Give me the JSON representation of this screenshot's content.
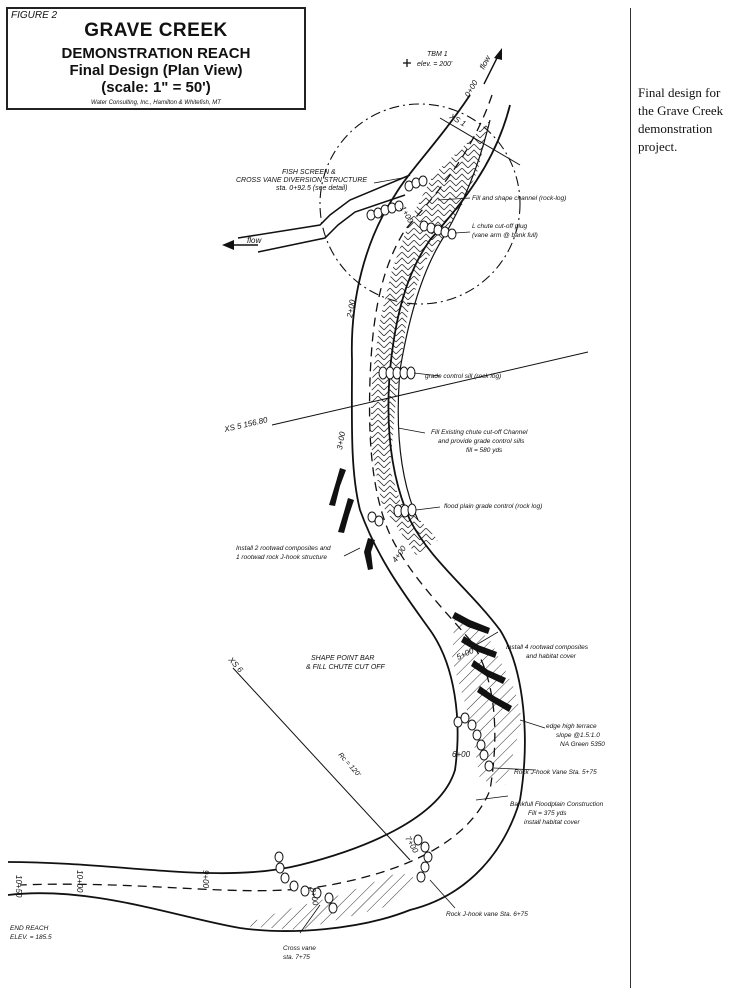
{
  "figure": {
    "label": "FIGURE 2",
    "title_line1": "GRAVE CREEK",
    "title_line2": "DEMONSTRATION REACH",
    "title_line3": "Final Design (Plan View)",
    "scale": "(scale: 1\" = 50')",
    "credit": "Water Consulting, Inc., Hamilton & Whitefish, MT"
  },
  "benchmark": {
    "name": "TBM 1",
    "elevation": "elev. = 200'"
  },
  "flow_in": "flow",
  "flow_out": "flow",
  "stations": [
    "0+00",
    "1+00",
    "2+00",
    "3+00",
    "4+00",
    "5+00",
    "6+00",
    "7+00",
    "8+00",
    "9+00",
    "10+00",
    "10+50"
  ],
  "cross_sections": {
    "xs1": "XS 1",
    "xs5": "XS 5 156.80",
    "xs6": "XS 6",
    "radius": "Rc = 120'"
  },
  "annotations": {
    "fish_screen_1": "FISH SCREEN &",
    "fish_screen_2": "CROSS VANE DIVERSION STRUCTURE",
    "fish_screen_3": "sta. 0+92.5 (see detail)",
    "fill_shape": "Fill and shape channel (rock-log)",
    "lchute_1": "L chute cut-off plug",
    "lchute_2": "(vane arm @ bank full)",
    "grade_sill": "grade control sill (rock log)",
    "fill_chute_1": "Fill Existing chute cut-off Channel",
    "fill_chute_2": "and provide grade control sills",
    "fill_chute_3": "fill = 580 yds",
    "floodplain_grade": "flood plain grade control (rock log)",
    "rootwad2_1": "Install 2 rootwad composites and",
    "rootwad2_2": "1 rootwad rock J-hook structure",
    "shape_point_1": "SHAPE POINT BAR",
    "shape_point_2": "& FILL CHUTE CUT OFF",
    "rootwad4_1": "Install 4 rootwad composites",
    "rootwad4_2": "and habitat cover",
    "edge_terrace_1": "edge high terrace",
    "edge_terrace_2": "slope @1.5:1.0",
    "edge_terrace_3": "NA Green 5350",
    "jhook_575": "Rock J-hook Vane Sta. 5+75",
    "bankfull_1": "Bankfull Floodplain Construction",
    "bankfull_2": "Fill = 375 yds",
    "bankfull_3": "install habitat cover",
    "jhook_675": "Rock J-hook vane Sta. 6+75",
    "cross_vane_1": "Cross vane",
    "cross_vane_2": "sta. 7+75",
    "end_reach_1": "END REACH",
    "end_reach_2": "ELEV. = 185.5"
  },
  "caption": {
    "line1": "Final design for",
    "line2": "the Grave Creek",
    "line3": "demonstration",
    "line4": "project."
  }
}
